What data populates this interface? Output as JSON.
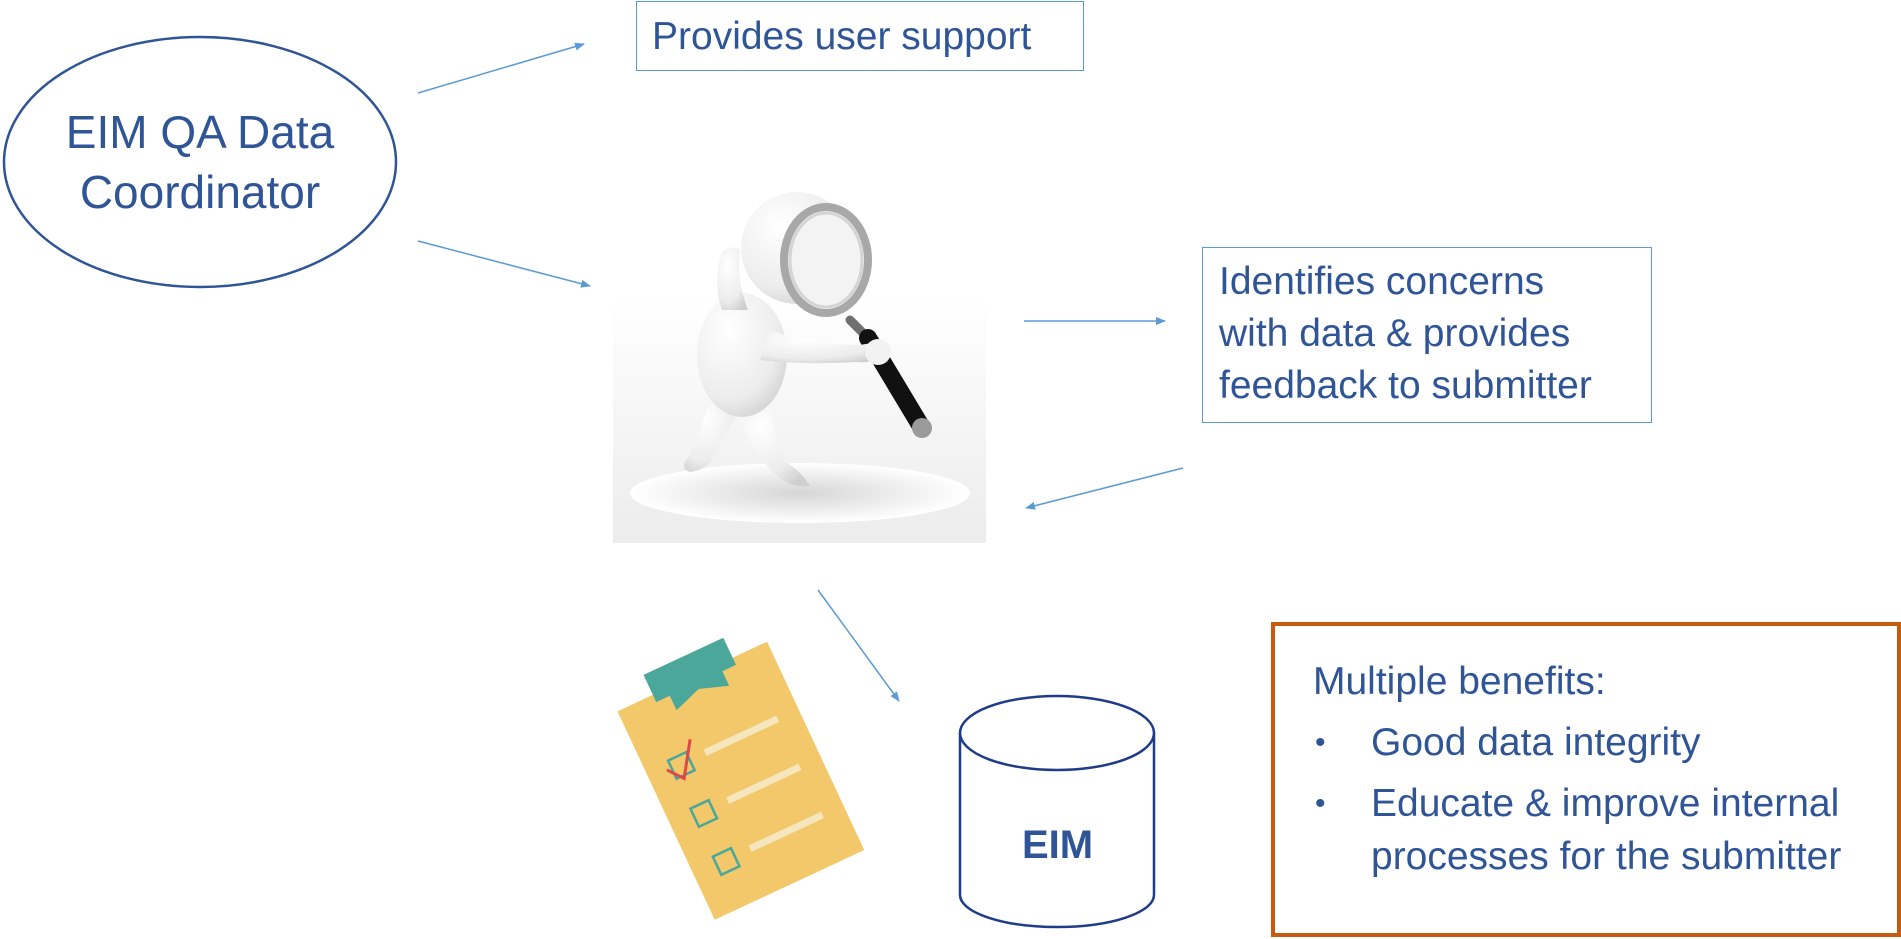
{
  "coordinator": {
    "line1": "EIM QA Data",
    "line2": "Coordinator"
  },
  "support": {
    "label": "Provides user support"
  },
  "concerns": {
    "line1": "Identifies concerns",
    "line2": "with data & provides",
    "line3": "feedback to submitter"
  },
  "database": {
    "label": "EIM"
  },
  "benefits": {
    "title": "Multiple benefits:",
    "items": [
      {
        "line1": "Good data integrity",
        "line2": ""
      },
      {
        "line1": "Educate & improve internal",
        "line2": "processes for the submitter"
      }
    ],
    "bullet": "•"
  },
  "icons": {
    "figure": "person-with-magnifying-glass-icon",
    "checklist": "clipboard-checklist-icon",
    "database": "database-cylinder-icon"
  },
  "colors": {
    "text": "#2f5597",
    "arrow": "#5b9bd5",
    "box_border": "#5b9bd5",
    "benefits_border": "#c55a11",
    "ellipse_border": "#2f5597"
  }
}
